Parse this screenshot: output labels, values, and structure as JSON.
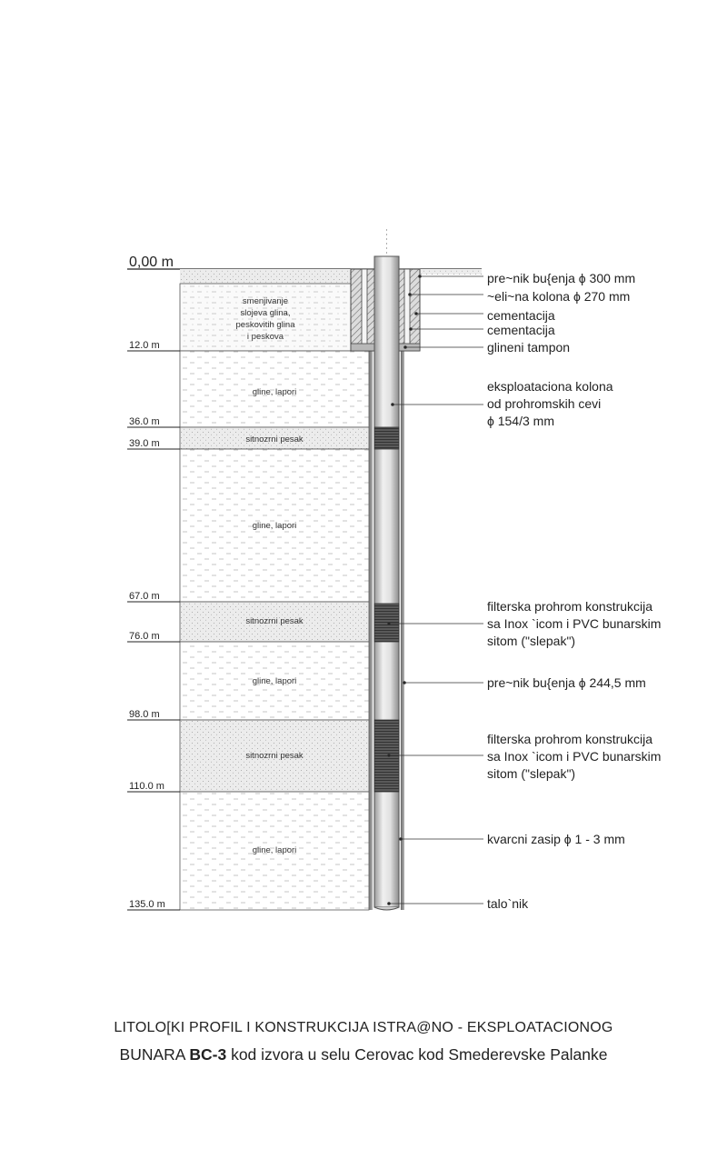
{
  "surface": {
    "level_label": "0,00 m"
  },
  "depth_labels": [
    "12.0 m",
    "36.0 m",
    "39.0 m",
    "67.0 m",
    "76.0 m",
    "98.0 m",
    "110.0 m",
    "135.0 m"
  ],
  "layers": [
    {
      "label": [
        "smenjivanje",
        "slojeva glina,",
        "peskovitih glina",
        "i peskova"
      ],
      "type": "mixed"
    },
    {
      "label": [
        "gline, lapori"
      ],
      "type": "clay"
    },
    {
      "label": [
        "sitnozrni pesak"
      ],
      "type": "sand"
    },
    {
      "label": [
        "gline, lapori"
      ],
      "type": "clay"
    },
    {
      "label": [
        "sitnozrni pesak"
      ],
      "type": "sand"
    },
    {
      "label": [
        "gline, lapori"
      ],
      "type": "clay"
    },
    {
      "label": [
        "sitnozrni pesak"
      ],
      "type": "sand"
    },
    {
      "label": [
        "gline, lapori"
      ],
      "type": "clay"
    }
  ],
  "annotations": {
    "bore_diameter_top": "pre~nik bu{enja ϕ 300 mm",
    "steel_column": "~eli~na kolona ϕ 270 mm",
    "cementation_1": "cementacija",
    "cementation_2": "cementacija",
    "clay_plug": "glineni tampon",
    "production_column": [
      "eksploataciona kolona",
      "od prohromskih cevi",
      "ϕ 154/3 mm"
    ],
    "filter_1": [
      "filterska prohrom konstrukcija",
      "sa Inox `icom i PVC bunarskim",
      "sitom (\"slepak\")"
    ],
    "bore_diameter_lower": "pre~nik bu{enja ϕ 244,5 mm",
    "filter_2": [
      "filterska prohrom konstrukcija",
      "sa Inox `icom i PVC bunarskim",
      "sitom (\"slepak\")"
    ],
    "gravel_pack": "kvarcni zasip ϕ 1 - 3 mm",
    "sump": "talo`nik"
  },
  "caption": {
    "line1": "LITOLO[KI PROFIL I KONSTRUKCIJA ISTRA@NO - EKSPLOATACIONOG",
    "line2_prefix": "BUNARA ",
    "line2_bold": "BC-3",
    "line2_suffix": " kod izvora u selu Cerovac kod Smederevske Palanke"
  }
}
